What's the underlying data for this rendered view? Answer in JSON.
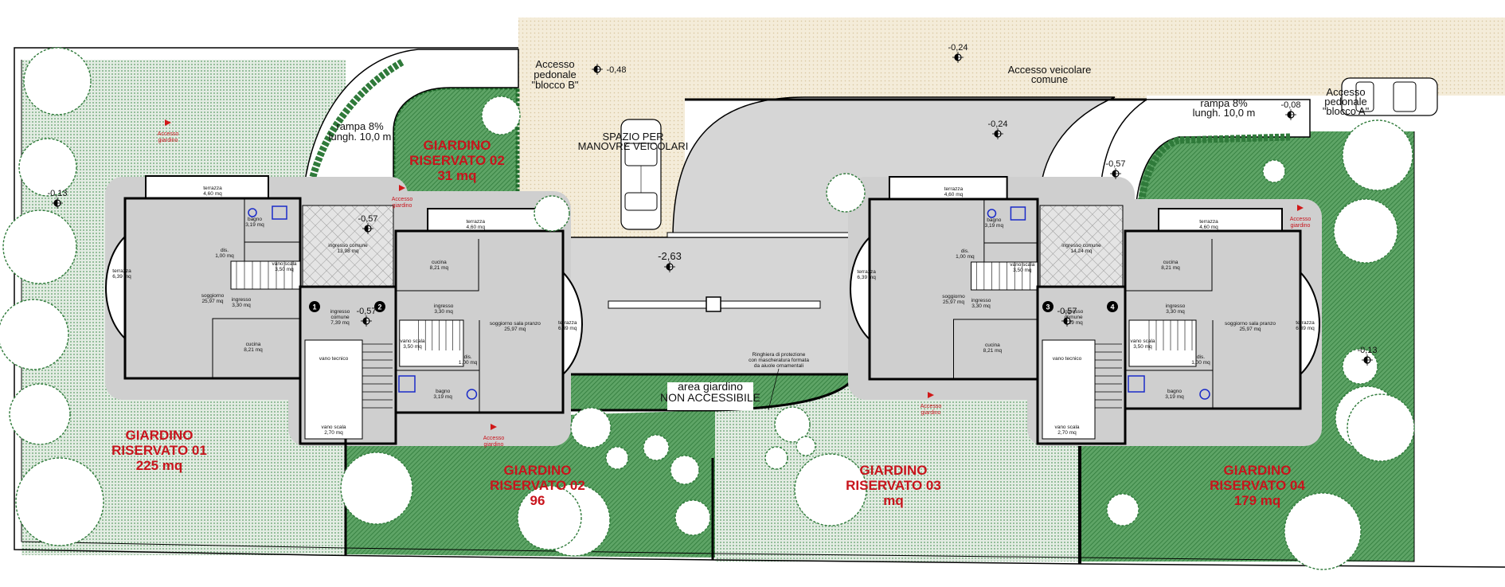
{
  "gardens": [
    {
      "id": "01",
      "line1": "GIARDINO",
      "line2": "RISERVATO 01",
      "line3": "225 mq"
    },
    {
      "id": "02",
      "line1": "GIARDINO",
      "line2": "RISERVATO 02",
      "line3": "31 mq"
    },
    {
      "id": "02b",
      "line1": "GIARDINO",
      "line2": "RISERVATO 02",
      "line3": "96"
    },
    {
      "id": "03",
      "line1": "GIARDINO",
      "line2": "RISERVATO 03",
      "line3": "mq"
    },
    {
      "id": "04",
      "line1": "GIARDINO",
      "line2": "RISERVATO 04",
      "line3": "179 mq"
    }
  ],
  "annotations": {
    "access_b": [
      "Accesso",
      "pedonale",
      "\"blocco B\""
    ],
    "access_a": [
      "Accesso",
      "pedonale",
      "\"blocco A\""
    ],
    "vehicle_access": [
      "Accesso veicolare",
      "comune"
    ],
    "ramp_left": [
      "rampa 8%",
      "lungh. 10,0 m"
    ],
    "ramp_right": [
      "rampa 8%",
      "lungh. 10,0 m"
    ],
    "manoeuvre": [
      "SPAZIO PER",
      "MANOVRE VEICOLARI"
    ],
    "non_accessible": [
      "area giardino",
      "NON ACCESSIBILE"
    ],
    "railing": [
      "Ringhiera di protezione",
      "con mascheratura formata",
      "da aiuole ornamentali"
    ],
    "garden_access": [
      "Accesso",
      "giardino"
    ]
  },
  "elevations": {
    "access_b": "-0,48",
    "top": "-0,24",
    "drive": "-0,24",
    "ramp_right": "-0,08",
    "right_court": "-0,57",
    "courtyard": "-2,63",
    "left_garden": "-0,13",
    "right_garden": "-0,13",
    "core_left_top": "-0,57",
    "core_left": "-0,57",
    "core_right": "-0,57"
  },
  "units": [
    {
      "rooms": [
        [
          "terrazza",
          "4,60 mq"
        ],
        [
          "bagno",
          "3,19 mq"
        ],
        [
          "dis.",
          "1,00 mq"
        ],
        [
          "vano scala",
          "3,50 mq"
        ],
        [
          "soggiorno",
          "25,97 mq"
        ],
        [
          "ingresso",
          "3,30 mq"
        ],
        [
          "cucina",
          "8,21 mq"
        ],
        [
          "terrazza",
          "6,39 mq"
        ]
      ]
    },
    {
      "rooms": [
        [
          "terrazza",
          "4,60 mq"
        ],
        [
          "bagno",
          "3,19 mq"
        ],
        [
          "dis.",
          "1,00 mq"
        ],
        [
          "vano scala",
          "3,50 mq"
        ],
        [
          "soggiorno sala pranzo",
          "25,97 mq"
        ],
        [
          "ingresso",
          "3,30 mq"
        ],
        [
          "cucina",
          "8,21 mq"
        ],
        [
          "terrazza",
          "6,39 mq"
        ]
      ]
    },
    {
      "rooms": [
        [
          "terrazza",
          "4,60 mq"
        ],
        [
          "bagno",
          "3,19 mq"
        ],
        [
          "dis.",
          "1,00 mq"
        ],
        [
          "vano scala",
          "3,50 mq"
        ],
        [
          "soggiorno",
          "25,97 mq"
        ],
        [
          "ingresso",
          "3,30 mq"
        ],
        [
          "cucina",
          "8,21 mq"
        ],
        [
          "terrazza",
          "6,39 mq"
        ]
      ]
    },
    {
      "rooms": [
        [
          "terrazza",
          "4,60 mq"
        ],
        [
          "bagno",
          "3,19 mq"
        ],
        [
          "dis.",
          "1,00 mq"
        ],
        [
          "vano scala",
          "3,50 mq"
        ],
        [
          "soggiorno sala pranzo",
          "25,97 mq"
        ],
        [
          "ingresso",
          "3,30 mq"
        ],
        [
          "cucina",
          "8,21 mq"
        ],
        [
          "terrazza",
          "6,39 mq"
        ]
      ]
    }
  ],
  "cores": [
    {
      "entry_open": [
        "ingresso comune",
        "13,98 mq"
      ],
      "entry": [
        "ingresso",
        "comune",
        "7,39 mq"
      ],
      "technical": "vano tecnico",
      "stair": [
        "vano scala",
        "2,70 mq"
      ],
      "numbers": [
        "1",
        "2"
      ]
    },
    {
      "entry_open": [
        "ingresso comune",
        "14,24 mq"
      ],
      "entry": [
        "ingresso",
        "comune",
        "7,39 mq"
      ],
      "technical": "vano tecnico",
      "stair": [
        "vano scala",
        "2,70 mq"
      ],
      "numbers": [
        "3",
        "4"
      ]
    }
  ],
  "colors": {
    "label_red": "#c8141c",
    "dark_green": "#4a9656",
    "paving_grey": "#d6d6d6",
    "beige": "#f2e9d4",
    "sanitary_blue": "#1a2bc8"
  }
}
